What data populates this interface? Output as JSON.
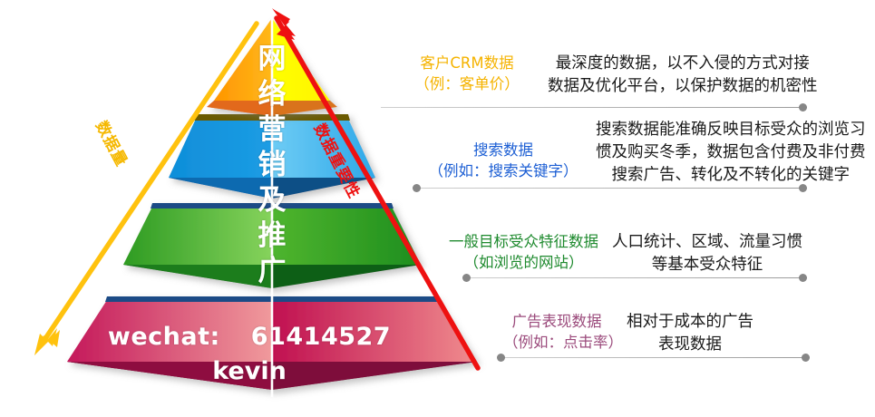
{
  "pyramid": {
    "center_text_chars": [
      "网",
      "络",
      "营",
      "销",
      "及",
      "推",
      "广"
    ],
    "wechat_label": "wechat:",
    "wechat_id": "61414527",
    "wechat_name": "kevin",
    "tiers": [
      {
        "name": "tier-top",
        "left_color": "#FFA408",
        "right_color": "#FFFF00",
        "plate_left": "#E2691A",
        "plate_right": "#7A5A08"
      },
      {
        "name": "tier-second",
        "left_color": "#0F92DC",
        "right_color": "#56C0F0",
        "plate_left": "#0B6BB0",
        "plate_right": "#0A4F86"
      },
      {
        "name": "tier-third",
        "left_color": "#43A92A",
        "right_color": "#2C9A22",
        "plate_left": "#1E7D1B",
        "plate_right": "#0E5F14"
      },
      {
        "name": "tier-bottom",
        "left_color": "#C4185A",
        "right_color": "#EE7A7E",
        "plate_left": "#8E0C41",
        "plate_right": "#7E0A3B"
      }
    ]
  },
  "axes": {
    "volume_label": "数据量",
    "volume_color": "#F5B800",
    "importance_label": "数据重要性",
    "importance_color": "#EE1111"
  },
  "callouts": [
    {
      "id": "crm",
      "color": "#F5B300",
      "title_lines": [
        "客户CRM数据",
        "（例：客单价）"
      ],
      "desc_lines": [
        "最深度的数据，以不入侵的方式对接",
        "数据及优化平台，以保护数据的机密性"
      ]
    },
    {
      "id": "search",
      "color": "#1D5FD4",
      "title_lines": [
        "搜索数据",
        "（例如：搜索关键字）"
      ],
      "desc_lines": [
        "搜索数据能准确反映目标受众的浏览习",
        "惯及购买冬季，数据包含付费及非付费",
        "搜索广告、转化及不转化的关键字"
      ]
    },
    {
      "id": "audience",
      "color": "#1E8A2E",
      "title_lines": [
        "一般目标受众特征数据",
        "（如浏览的网站）"
      ],
      "desc_lines": [
        "人口统计、区域、流量习惯",
        "等基本受众特征"
      ]
    },
    {
      "id": "ad-performance",
      "color": "#9B4B7C",
      "title_lines": [
        "广告表现数据",
        "（例如：点击率）"
      ],
      "desc_lines": [
        "相对于成本的广告",
        "表现数据"
      ]
    }
  ]
}
